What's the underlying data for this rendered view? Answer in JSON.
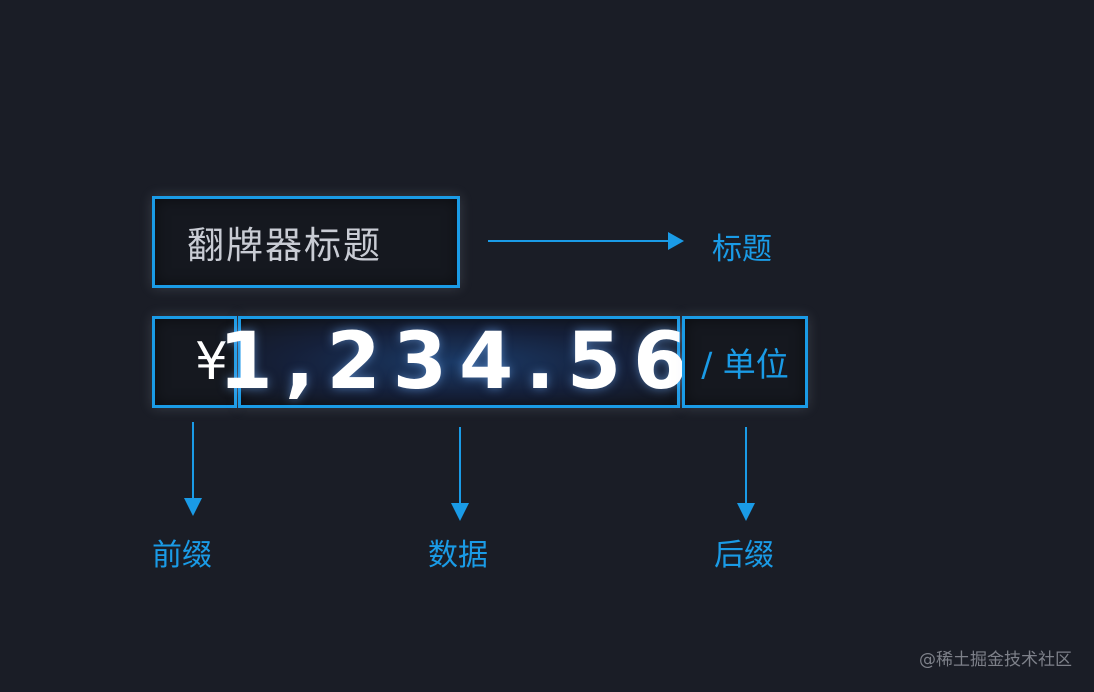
{
  "flipper": {
    "title": "翻牌器标题",
    "prefix": "¥",
    "value": "1,234.56",
    "suffix": "/ 单位"
  },
  "annotations": {
    "title_label": "标题",
    "prefix_label": "前缀",
    "data_label": "数据",
    "suffix_label": "后缀"
  },
  "colors": {
    "accent": "#1a9be6",
    "background": "#1a1d26",
    "title_text": "#c9ccd4",
    "value_text": "#ffffff"
  },
  "watermark": "@稀土掘金技术社区"
}
